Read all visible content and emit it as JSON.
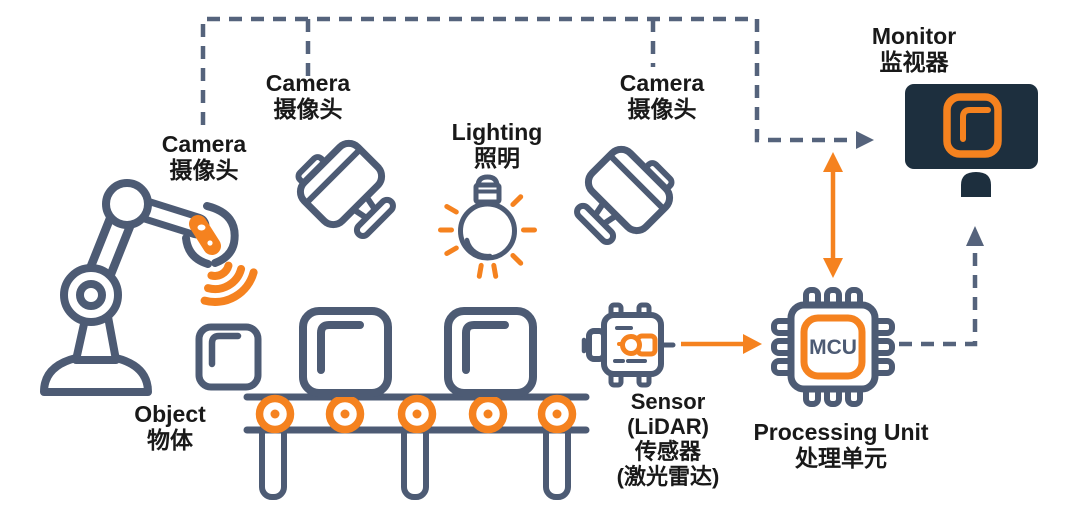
{
  "colors": {
    "outline_navy": "#4d5b74",
    "accent_orange": "#f5821f",
    "screen_dark": "#1d2f3e",
    "label_text": "#191919"
  },
  "labels": {
    "camera_left": {
      "en": "Camera",
      "zh": "摄像头"
    },
    "camera_mid": {
      "en": "Camera",
      "zh": "摄像头"
    },
    "camera_right": {
      "en": "Camera",
      "zh": "摄像头"
    },
    "lighting": {
      "en": "Lighting",
      "zh": "照明"
    },
    "monitor": {
      "en": "Monitor",
      "zh": "监视器"
    },
    "object": {
      "en": "Object",
      "zh": "物体"
    },
    "sensor": {
      "en": "Sensor",
      "en2": "(LiDAR)",
      "zh": "传感器",
      "zh2": "(激光雷达)"
    },
    "processing_unit": {
      "en": "Processing Unit",
      "zh": "处理单元"
    },
    "mcu_chip": {
      "text": "MCU"
    }
  },
  "icons": {
    "robot_arm": "robot-arm-icon",
    "object_box": "object-box-icon",
    "conveyor": "conveyor-belt-icon",
    "camera": "camera-icon",
    "lightbulb": "lightbulb-icon",
    "monitor": "monitor-icon",
    "lidar_sensor": "lidar-sensor-icon",
    "mcu_chip": "mcu-chip-icon"
  },
  "connections": [
    {
      "from": "cameras (x3)",
      "to": "monitor",
      "style": "dashed-navy-arrow"
    },
    {
      "from": "monitor",
      "to": "processing-unit",
      "style": "solid-orange-arrow",
      "bidirectional": true
    },
    {
      "from": "sensor",
      "to": "processing-unit",
      "style": "solid-orange-arrow"
    },
    {
      "from": "processing-unit",
      "to": "monitor",
      "style": "dashed-navy-arrow"
    }
  ]
}
